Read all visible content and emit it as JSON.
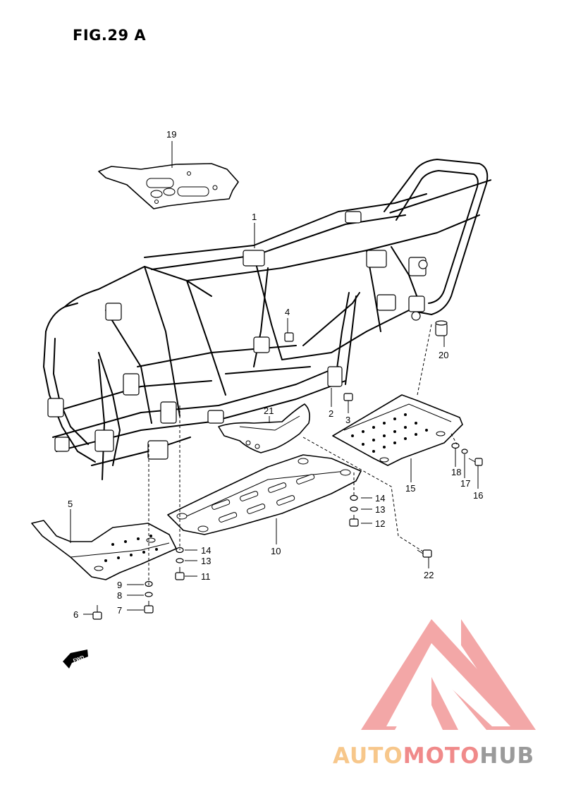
{
  "figure": {
    "title": "FIG.29 A",
    "fwd_label": "FWD"
  },
  "callouts": {
    "p1": "1",
    "p2": "2",
    "p3": "3",
    "p4": "4",
    "p5": "5",
    "p6": "6",
    "p7": "7",
    "p8": "8",
    "p9": "9",
    "p10": "10",
    "p11": "11",
    "p12": "12",
    "p13a": "13",
    "p13b": "13",
    "p14a": "14",
    "p14b": "14",
    "p15": "15",
    "p16": "16",
    "p17": "17",
    "p18": "18",
    "p19": "19",
    "p20": "20",
    "p21": "21",
    "p22": "22"
  },
  "watermark": {
    "part1": "AUTO",
    "part2": "MOTO",
    "part3": "HUB",
    "colors": {
      "auto": "#f7c78b",
      "moto": "#f08a8a",
      "hub": "#9a9a9a",
      "logo": "#f08a8a"
    }
  }
}
